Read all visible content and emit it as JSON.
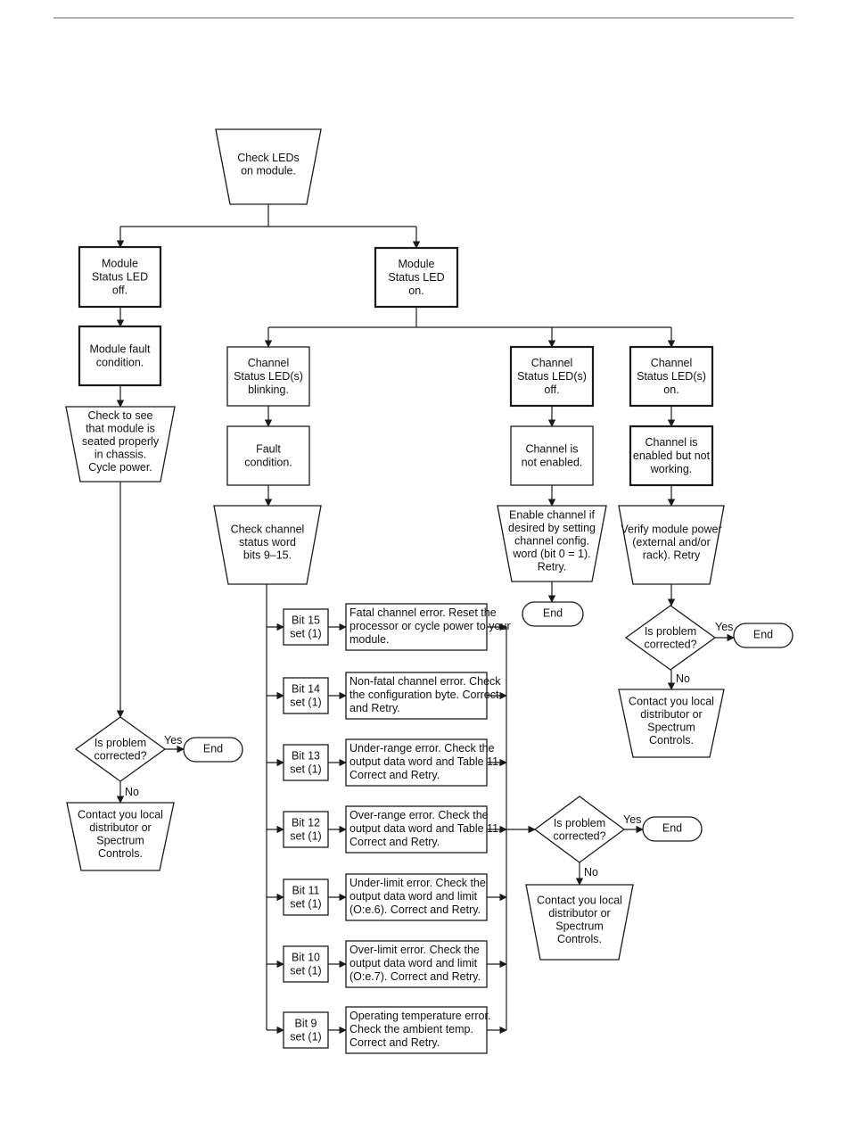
{
  "diagram": {
    "nodes": [
      {
        "id": "check-leds",
        "shape": "trapezoid",
        "lines": [
          "Check LEDs",
          "on module."
        ]
      },
      {
        "id": "msl-off",
        "shape": "box",
        "lines": [
          "Module",
          "Status LED",
          "off."
        ]
      },
      {
        "id": "msl-on",
        "shape": "box",
        "lines": [
          "Module",
          "Status LED",
          "on."
        ]
      },
      {
        "id": "module-fault",
        "shape": "box",
        "lines": [
          "Module fault",
          "condition."
        ]
      },
      {
        "id": "check-seated",
        "shape": "trapezoid",
        "lines": [
          "Check to see",
          "that module is",
          "seated properly",
          "in chassis.",
          "Cycle power."
        ]
      },
      {
        "id": "decision-left",
        "shape": "diamond",
        "lines": [
          "Is problem",
          "corrected?"
        ]
      },
      {
        "id": "end-left",
        "shape": "terminal",
        "lines": [
          "End"
        ]
      },
      {
        "id": "contact-left",
        "shape": "trapezoid",
        "lines": [
          "Contact you local",
          "distributor or",
          "Spectrum",
          "Controls."
        ]
      },
      {
        "id": "csl-blinking",
        "shape": "box",
        "lines": [
          "Channel",
          "Status LED(s)",
          "blinking."
        ]
      },
      {
        "id": "csl-off",
        "shape": "box",
        "lines": [
          "Channel",
          "Status LED(s)",
          "off."
        ]
      },
      {
        "id": "csl-on",
        "shape": "box",
        "lines": [
          "Channel",
          "Status LED(s)",
          "on."
        ]
      },
      {
        "id": "fault-cond",
        "shape": "box",
        "lines": [
          "Fault",
          "condition."
        ]
      },
      {
        "id": "not-enabled",
        "shape": "box",
        "lines": [
          "Channel is",
          "not enabled."
        ]
      },
      {
        "id": "enabled-not-working",
        "shape": "box",
        "lines": [
          "Channel is",
          "enabled but not",
          "working."
        ]
      },
      {
        "id": "check-status-word",
        "shape": "trapezoid",
        "lines": [
          "Check channel",
          "status word",
          "bits 9–15."
        ]
      },
      {
        "id": "enable-channel",
        "shape": "trapezoid",
        "lines": [
          "Enable channel if",
          "desired by setting",
          "channel config.",
          "word (bit 0 = 1).",
          "Retry."
        ]
      },
      {
        "id": "end-middle",
        "shape": "terminal",
        "lines": [
          "End"
        ]
      },
      {
        "id": "verify-power",
        "shape": "trapezoid",
        "lines": [
          "Verify module power",
          "(external and/or",
          "rack). Retry"
        ]
      },
      {
        "id": "decision-right",
        "shape": "diamond",
        "lines": [
          "Is problem",
          "corrected?"
        ]
      },
      {
        "id": "end-right",
        "shape": "terminal",
        "lines": [
          "End"
        ]
      },
      {
        "id": "contact-right",
        "shape": "trapezoid",
        "lines": [
          "Contact you local",
          "distributor or",
          "Spectrum",
          "Controls."
        ]
      },
      {
        "id": "decision-center",
        "shape": "diamond",
        "lines": [
          "Is problem",
          "corrected?"
        ]
      },
      {
        "id": "end-center",
        "shape": "terminal",
        "lines": [
          "End"
        ]
      },
      {
        "id": "contact-center",
        "shape": "trapezoid",
        "lines": [
          "Contact you local",
          "distributor or",
          "Spectrum",
          "Controls."
        ]
      }
    ],
    "bits": [
      {
        "id": "bit15",
        "bit_lines": [
          "Bit 15",
          "set (1)"
        ],
        "desc_lines": [
          "Fatal channel error. Reset the",
          "processor or cycle power to your",
          "module."
        ]
      },
      {
        "id": "bit14",
        "bit_lines": [
          "Bit 14",
          "set (1)"
        ],
        "desc_lines": [
          "Non-fatal channel error. Check",
          "the configuration byte. Correct",
          "and Retry."
        ]
      },
      {
        "id": "bit13",
        "bit_lines": [
          "Bit 13",
          "set (1)"
        ],
        "desc_lines": [
          "Under-range error. Check the",
          "output data word and Table 11.",
          "Correct and Retry."
        ]
      },
      {
        "id": "bit12",
        "bit_lines": [
          "Bit 12",
          "set (1)"
        ],
        "desc_lines": [
          "Over-range error. Check the",
          "output data word and Table 11.",
          "Correct and Retry."
        ]
      },
      {
        "id": "bit11",
        "bit_lines": [
          "Bit 11",
          "set (1)"
        ],
        "desc_lines": [
          "Under-limit error. Check the",
          "output data word and limit",
          "(O:e.6). Correct and Retry."
        ]
      },
      {
        "id": "bit10",
        "bit_lines": [
          "Bit 10",
          "set (1)"
        ],
        "desc_lines": [
          "Over-limit error. Check the",
          "output data word and limit",
          "(O:e.7). Correct and Retry."
        ]
      },
      {
        "id": "bit9",
        "bit_lines": [
          "Bit 9",
          "set (1)"
        ],
        "desc_lines": [
          "Operating temperature error.",
          "Check the ambient temp.",
          "Correct and Retry."
        ]
      }
    ],
    "edge_labels": {
      "yes": "Yes",
      "no": "No"
    }
  }
}
